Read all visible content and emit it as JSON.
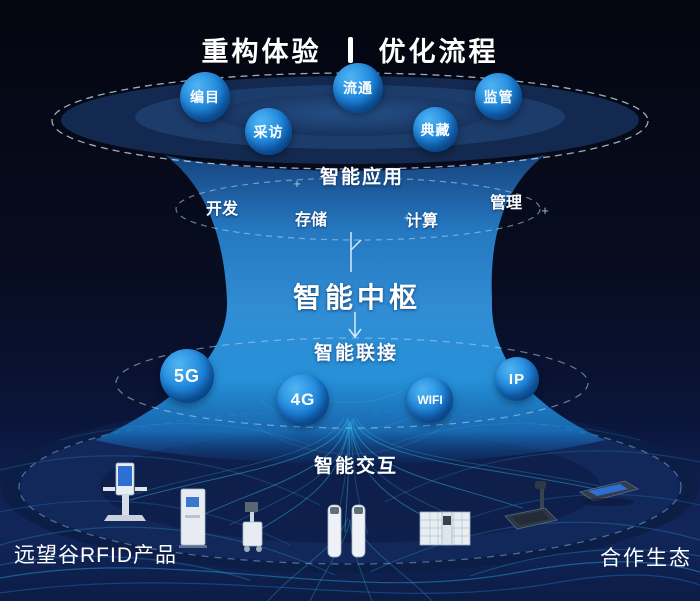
{
  "title": {
    "left": "重构体验",
    "right": "优化流程"
  },
  "application_layer": {
    "label": "智能应用",
    "bubbles": [
      {
        "label": "编目"
      },
      {
        "label": "采访"
      },
      {
        "label": "流通"
      },
      {
        "label": "典藏"
      },
      {
        "label": "监管"
      }
    ],
    "services": [
      {
        "label": "开发"
      },
      {
        "label": "存储"
      },
      {
        "label": "计算"
      },
      {
        "label": "管理"
      }
    ]
  },
  "hub": {
    "label": "智能中枢"
  },
  "connection_layer": {
    "label": "智能联接",
    "bubbles": [
      {
        "label": "5G"
      },
      {
        "label": "4G"
      },
      {
        "label": "WIFI"
      },
      {
        "label": "IP"
      }
    ]
  },
  "interaction_layer": {
    "label": "智能交互",
    "devices": [
      {
        "name": "kiosk-terminal-icon"
      },
      {
        "name": "self-service-cabinet-icon"
      },
      {
        "name": "inventory-trolley-icon"
      },
      {
        "name": "security-gate-icon"
      },
      {
        "name": "smart-locker-icon"
      },
      {
        "name": "desktop-reader-icon"
      },
      {
        "name": "tablet-reader-icon"
      }
    ]
  },
  "footer": {
    "left": "远望谷RFID产品",
    "right": "合作生态"
  },
  "decor": {
    "plus": "+"
  },
  "colors": {
    "background": "#05091a",
    "funnel_blue": "#318dd4",
    "disk_blue": "#1c3c6b",
    "bubble_light": "#4fb4f2",
    "bubble_dark": "#0b54a6",
    "flow_line": "#38c6f2",
    "dashed_ring": "#9fc4e8",
    "text": "#ffffff"
  }
}
